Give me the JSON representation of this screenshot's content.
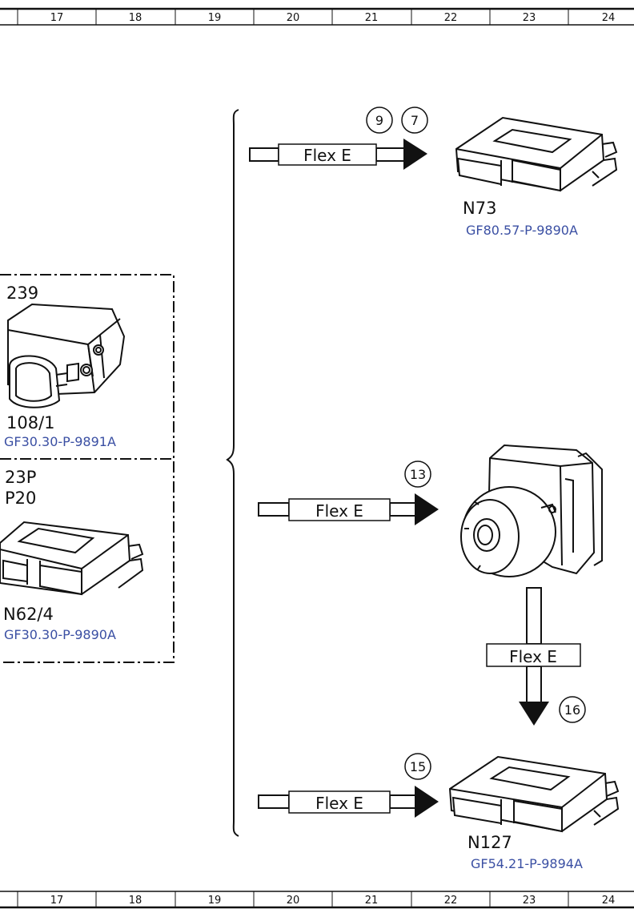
{
  "ruler": {
    "top": [
      "17",
      "18",
      "19",
      "20",
      "21",
      "22",
      "23",
      "24"
    ],
    "bottom": [
      "17",
      "18",
      "19",
      "20",
      "21",
      "22",
      "23",
      "24"
    ]
  },
  "connections": [
    {
      "label": "Flex E",
      "callouts": [
        "9",
        "7"
      ]
    },
    {
      "label": "Flex E",
      "callouts": [
        "13"
      ]
    },
    {
      "label": "Flex E",
      "callouts": [
        "16"
      ]
    },
    {
      "label": "Flex E",
      "callouts": [
        "15"
      ]
    }
  ],
  "components": {
    "n73": {
      "name": "N73",
      "ref": "GF80.57-P-9890A"
    },
    "n127": {
      "name": "N127",
      "ref": "GF54.21-P-9894A"
    },
    "left_top": {
      "name": "239",
      "name2": "108/1",
      "ref": "GF30.30-P-9891A"
    },
    "left_bottom": {
      "name": "23P",
      "name2": "P20",
      "name3": "N62/4",
      "ref": "GF30.30-P-9890A"
    }
  },
  "colors": {
    "ref_link": "#3a4fa3",
    "line": "#111111"
  }
}
